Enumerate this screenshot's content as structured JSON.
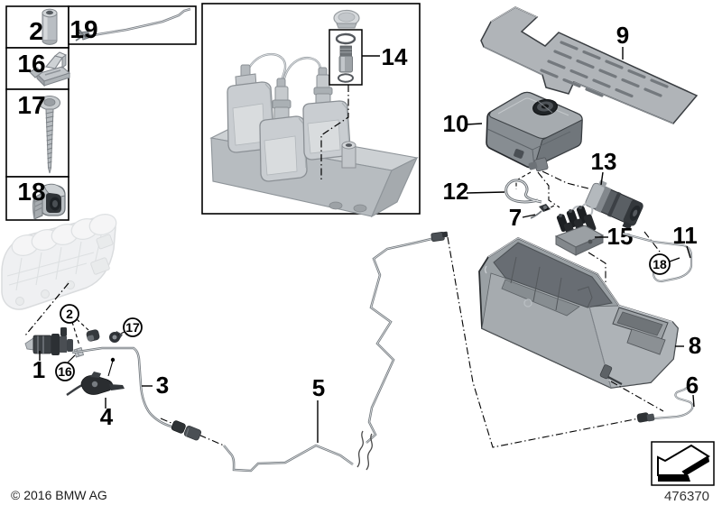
{
  "diagram": {
    "copyright": "© 2016 BMW AG",
    "number": "476370",
    "background": "#ffffff",
    "colors": {
      "outline": "#000000",
      "part_light": "#c9cdd1",
      "part_mid": "#9aa0a4",
      "part_dark": "#3c4145",
      "pipe": "#767c81"
    }
  },
  "labels": {
    "n1": "1",
    "n2": "2",
    "n3": "3",
    "n4": "4",
    "n5": "5",
    "n6": "6",
    "n7": "7",
    "n8": "8",
    "n9": "9",
    "n10": "10",
    "n11": "11",
    "n12": "12",
    "n13": "13",
    "n14": "14",
    "n15": "15",
    "n16": "16",
    "n17": "17",
    "n18": "18",
    "n19": "19"
  },
  "circled": {
    "c2": "2",
    "c16": "16",
    "c17": "17",
    "c18": "18"
  }
}
